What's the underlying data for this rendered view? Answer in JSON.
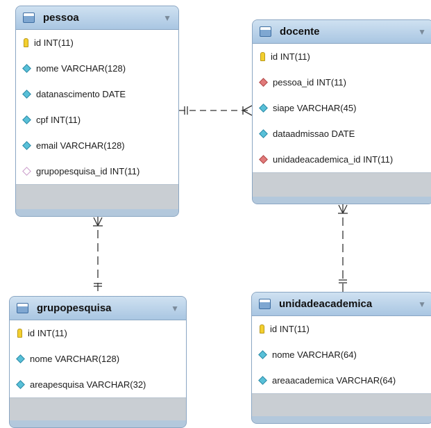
{
  "tables": {
    "pessoa": {
      "name": "pessoa",
      "columns": [
        {
          "text": "id INT(11)",
          "kind": "primary-key"
        },
        {
          "text": "nome VARCHAR(128)",
          "kind": "column"
        },
        {
          "text": "datanascimento DATE",
          "kind": "column"
        },
        {
          "text": "cpf INT(11)",
          "kind": "column"
        },
        {
          "text": "email VARCHAR(128)",
          "kind": "column"
        },
        {
          "text": "grupopesquisa_id INT(11)",
          "kind": "nullable-foreign-key"
        }
      ]
    },
    "docente": {
      "name": "docente",
      "columns": [
        {
          "text": "id INT(11)",
          "kind": "primary-key"
        },
        {
          "text": "pessoa_id INT(11)",
          "kind": "foreign-key"
        },
        {
          "text": "siape VARCHAR(45)",
          "kind": "column"
        },
        {
          "text": "dataadmissao DATE",
          "kind": "column"
        },
        {
          "text": "unidadeacademica_id INT(11)",
          "kind": "foreign-key"
        }
      ]
    },
    "grupopesquisa": {
      "name": "grupopesquisa",
      "columns": [
        {
          "text": "id INT(11)",
          "kind": "primary-key"
        },
        {
          "text": "nome VARCHAR(128)",
          "kind": "column"
        },
        {
          "text": "areapesquisa VARCHAR(32)",
          "kind": "column"
        }
      ]
    },
    "unidadeacademica": {
      "name": "unidadeacademica",
      "columns": [
        {
          "text": "id INT(11)",
          "kind": "primary-key"
        },
        {
          "text": "nome VARCHAR(64)",
          "kind": "column"
        },
        {
          "text": "areaacademica VARCHAR(64)",
          "kind": "column"
        }
      ]
    }
  },
  "colors": {
    "header": "#a9c6e2",
    "border": "#8aa6c3",
    "footer": "#c9ced3",
    "primary_key_icon": "#f3cf2f",
    "column_icon": "#58c0d8",
    "foreign_key_icon": "#e17a7a",
    "nullable_foreign_key_icon": "#ffffff"
  },
  "relationships": [
    {
      "from": "pessoa",
      "to": "docente",
      "from_end": "one",
      "to_end": "many",
      "style": "dashed"
    },
    {
      "from": "pessoa",
      "to": "grupopesquisa",
      "from_end": "many",
      "to_end": "one",
      "style": "dashed"
    },
    {
      "from": "docente",
      "to": "unidadeacademica",
      "from_end": "many",
      "to_end": "one",
      "style": "dashed"
    }
  ]
}
